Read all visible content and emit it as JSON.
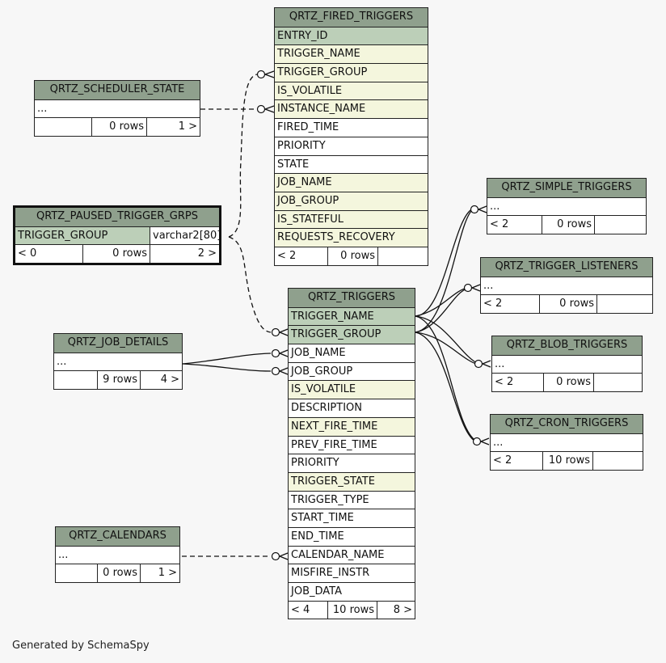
{
  "tables": [
    {
      "id": "qrtz_scheduler_state",
      "name": "QRTZ_SCHEDULER_STATE",
      "columns": [
        {
          "name": "...",
          "kind": "plain"
        }
      ],
      "footer": [
        "",
        "0 rows",
        "1 >"
      ]
    },
    {
      "id": "qrtz_paused_trigger_grps",
      "name": "QRTZ_PAUSED_TRIGGER_GRPS",
      "focused": true,
      "columns": [
        {
          "name": "TRIGGER_GROUP",
          "type": "varchar2[80]",
          "kind": "pk"
        }
      ],
      "footer": [
        "< 0",
        "0 rows",
        "2 >"
      ]
    },
    {
      "id": "qrtz_job_details",
      "name": "QRTZ_JOB_DETAILS",
      "columns": [
        {
          "name": "...",
          "kind": "plain"
        }
      ],
      "footer": [
        "",
        "9 rows",
        "4 >"
      ]
    },
    {
      "id": "qrtz_calendars",
      "name": "QRTZ_CALENDARS",
      "columns": [
        {
          "name": "...",
          "kind": "plain"
        }
      ],
      "footer": [
        "",
        "0 rows",
        "1 >"
      ]
    },
    {
      "id": "qrtz_fired_triggers",
      "name": "QRTZ_FIRED_TRIGGERS",
      "columns": [
        {
          "name": "ENTRY_ID",
          "kind": "pk"
        },
        {
          "name": "TRIGGER_NAME",
          "kind": "fk"
        },
        {
          "name": "TRIGGER_GROUP",
          "kind": "fk"
        },
        {
          "name": "IS_VOLATILE",
          "kind": "fk"
        },
        {
          "name": "INSTANCE_NAME",
          "kind": "fk"
        },
        {
          "name": "FIRED_TIME",
          "kind": "plain"
        },
        {
          "name": "PRIORITY",
          "kind": "plain"
        },
        {
          "name": "STATE",
          "kind": "plain"
        },
        {
          "name": "JOB_NAME",
          "kind": "fk"
        },
        {
          "name": "JOB_GROUP",
          "kind": "fk"
        },
        {
          "name": "IS_STATEFUL",
          "kind": "fk"
        },
        {
          "name": "REQUESTS_RECOVERY",
          "kind": "fk"
        }
      ],
      "footer": [
        "< 2",
        "0 rows",
        ""
      ]
    },
    {
      "id": "qrtz_triggers",
      "name": "QRTZ_TRIGGERS",
      "columns": [
        {
          "name": "TRIGGER_NAME",
          "kind": "pk"
        },
        {
          "name": "TRIGGER_GROUP",
          "kind": "pk"
        },
        {
          "name": "JOB_NAME",
          "kind": "plain"
        },
        {
          "name": "JOB_GROUP",
          "kind": "plain"
        },
        {
          "name": "IS_VOLATILE",
          "kind": "fk"
        },
        {
          "name": "DESCRIPTION",
          "kind": "plain"
        },
        {
          "name": "NEXT_FIRE_TIME",
          "kind": "fk"
        },
        {
          "name": "PREV_FIRE_TIME",
          "kind": "plain"
        },
        {
          "name": "PRIORITY",
          "kind": "plain"
        },
        {
          "name": "TRIGGER_STATE",
          "kind": "fk"
        },
        {
          "name": "TRIGGER_TYPE",
          "kind": "plain"
        },
        {
          "name": "START_TIME",
          "kind": "plain"
        },
        {
          "name": "END_TIME",
          "kind": "plain"
        },
        {
          "name": "CALENDAR_NAME",
          "kind": "plain"
        },
        {
          "name": "MISFIRE_INSTR",
          "kind": "plain"
        },
        {
          "name": "JOB_DATA",
          "kind": "plain"
        }
      ],
      "footer": [
        "< 4",
        "10 rows",
        "8 >"
      ]
    },
    {
      "id": "qrtz_simple_triggers",
      "name": "QRTZ_SIMPLE_TRIGGERS",
      "columns": [
        {
          "name": "...",
          "kind": "plain"
        }
      ],
      "footer": [
        "< 2",
        "0 rows",
        ""
      ]
    },
    {
      "id": "qrtz_trigger_listeners",
      "name": "QRTZ_TRIGGER_LISTENERS",
      "columns": [
        {
          "name": "...",
          "kind": "plain"
        }
      ],
      "footer": [
        "< 2",
        "0 rows",
        ""
      ]
    },
    {
      "id": "qrtz_blob_triggers",
      "name": "QRTZ_BLOB_TRIGGERS",
      "columns": [
        {
          "name": "...",
          "kind": "plain"
        }
      ],
      "footer": [
        "< 2",
        "0 rows",
        ""
      ]
    },
    {
      "id": "qrtz_cron_triggers",
      "name": "QRTZ_CRON_TRIGGERS",
      "columns": [
        {
          "name": "...",
          "kind": "plain"
        }
      ],
      "footer": [
        "< 2",
        "10 rows",
        ""
      ]
    }
  ],
  "relationships": [
    {
      "from": "qrtz_scheduler_state",
      "to": "qrtz_fired_triggers.INSTANCE_NAME",
      "style": "dashed"
    },
    {
      "from": "qrtz_paused_trigger_grps",
      "to": "qrtz_fired_triggers.TRIGGER_GROUP",
      "style": "dashed"
    },
    {
      "from": "qrtz_paused_trigger_grps",
      "to": "qrtz_triggers.TRIGGER_GROUP",
      "style": "dashed"
    },
    {
      "from": "qrtz_job_details",
      "to": "qrtz_triggers.JOB_NAME",
      "style": "solid"
    },
    {
      "from": "qrtz_job_details",
      "to": "qrtz_triggers.JOB_GROUP",
      "style": "solid"
    },
    {
      "from": "qrtz_calendars",
      "to": "qrtz_triggers.CALENDAR_NAME",
      "style": "dashed"
    },
    {
      "from": "qrtz_triggers",
      "to": "qrtz_simple_triggers",
      "style": "solid"
    },
    {
      "from": "qrtz_triggers",
      "to": "qrtz_trigger_listeners",
      "style": "solid"
    },
    {
      "from": "qrtz_triggers",
      "to": "qrtz_blob_triggers",
      "style": "solid"
    },
    {
      "from": "qrtz_triggers",
      "to": "qrtz_cron_triggers",
      "style": "solid"
    }
  ],
  "footer_text": "Generated by SchemaSpy"
}
